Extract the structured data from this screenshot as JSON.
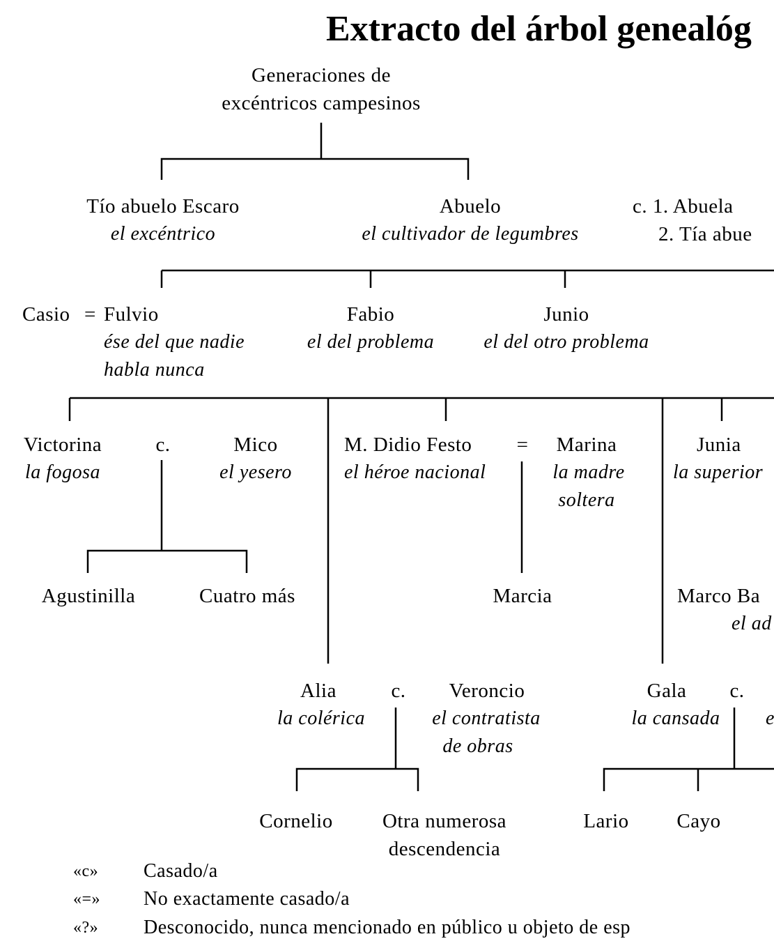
{
  "title": "Extracto del árbol genealóg",
  "root": {
    "line1": "Generaciones de",
    "line2": "excéntricos campesinos"
  },
  "gen1": {
    "escaro": {
      "name": "Tío abuelo Escaro",
      "epithet": "el excéntrico"
    },
    "abuelo": {
      "name": "Abuelo",
      "epithet": "el cultivador de legumbres"
    },
    "spouses": {
      "line1": "c. 1. Abuela",
      "line2": "2. Tía abue"
    }
  },
  "gen2": {
    "casio": "Casio",
    "eq": "=",
    "fulvio": {
      "name": "Fulvio",
      "epithet1": "ése del que nadie",
      "epithet2": "habla nunca"
    },
    "fabio": {
      "name": "Fabio",
      "epithet": "el del problema"
    },
    "junio": {
      "name": "Junio",
      "epithet": "el del otro problema"
    }
  },
  "gen3": {
    "victorina": {
      "name": "Victorina",
      "epithet": "la fogosa"
    },
    "c1": "c.",
    "mico": {
      "name": "Mico",
      "epithet": "el yesero"
    },
    "didio": {
      "name": "M. Didio Festo",
      "epithet": "el héroe nacional"
    },
    "eq": "=",
    "marina": {
      "name": "Marina",
      "epithet1": "la madre",
      "epithet2": "soltera"
    },
    "junia": {
      "name": "Junia",
      "epithet": "la superior"
    }
  },
  "gen4": {
    "agustinilla": "Agustinilla",
    "cuatro": "Cuatro más",
    "marcia": "Marcia",
    "marco": {
      "name": "Marco Ba",
      "epithet": "el ad"
    }
  },
  "gen5": {
    "alia": {
      "name": "Alia",
      "epithet": "la colérica"
    },
    "c2": "c.",
    "veroncio": {
      "name": "Veroncio",
      "epithet1": "el contratista",
      "epithet2": "de obras"
    },
    "gala": {
      "name": "Gala",
      "epithet": "la cansada"
    },
    "c3": "c.",
    "cut": "e"
  },
  "gen6": {
    "cornelio": "Cornelio",
    "otra": {
      "line1": "Otra numerosa",
      "line2": "descendencia"
    },
    "lario": "Lario",
    "cayo": "Cayo"
  },
  "legend": [
    {
      "symbol": "«c»",
      "text": "Casado/a"
    },
    {
      "symbol": "«=»",
      "text": "No exactamente casado/a"
    },
    {
      "symbol": "«?»",
      "text": "Desconocido, nunca mencionado en público u objeto de esp"
    }
  ]
}
